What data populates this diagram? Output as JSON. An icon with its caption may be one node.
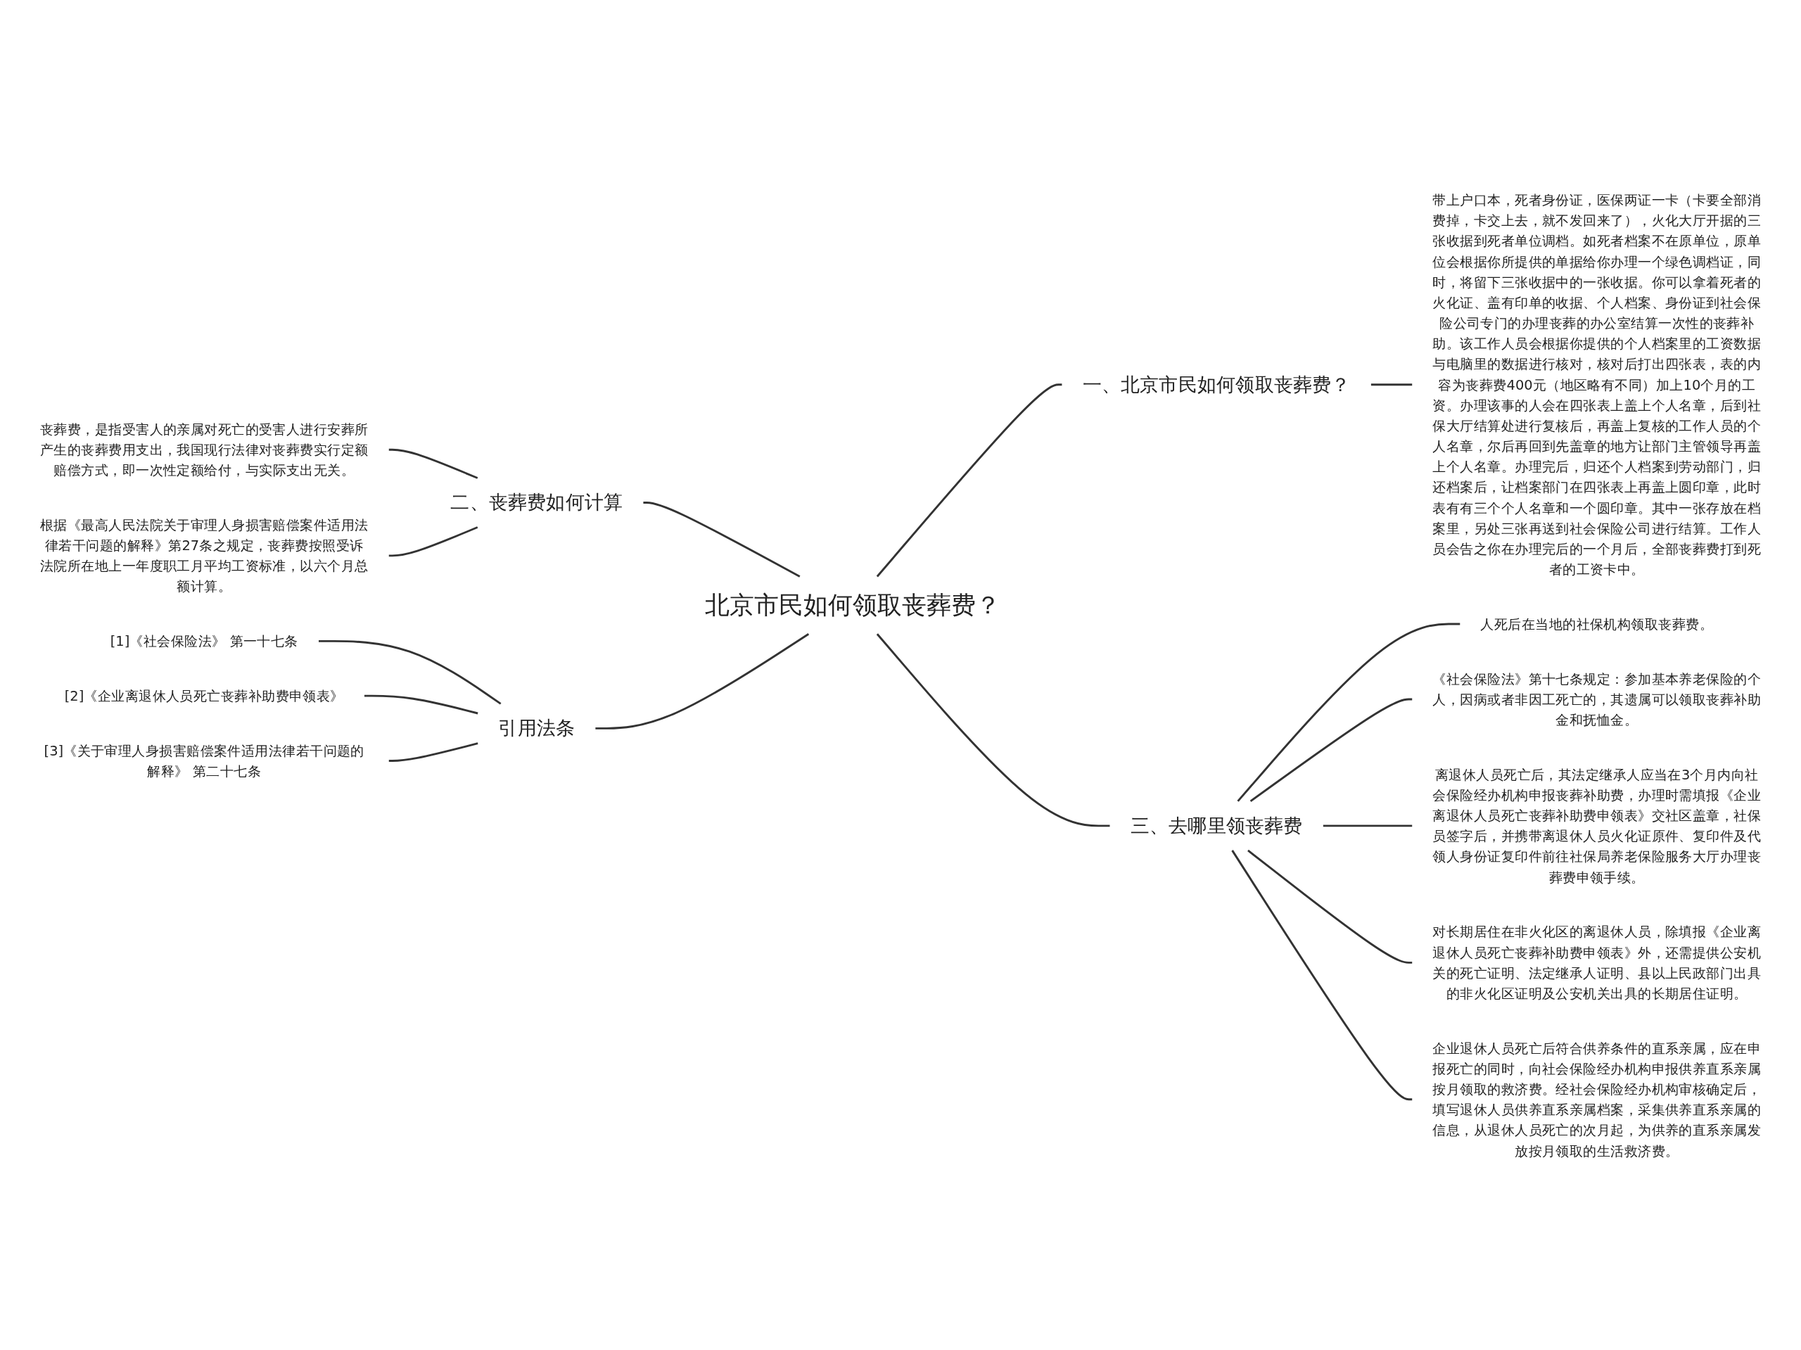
{
  "diagram": {
    "nodes": [
      {
        "text": [
          "北京市民如何领取丧葬费？"
        ]
      },
      {
        "text": [
          "一、北京市民如何领取丧葬费？"
        ]
      },
      {
        "text": [
          "带上户口本，死者身份证，医保两证一卡（卡要全部消费掉，卡交上去，就不发回来了），火化大厅开据的三张收据到死者单位调档。如死者档案不在原单位，原单位会根据你所提供的单据给你办理一个绿色调档证，同时，将留下三张收据中的一张收据。你可以拿着死者的火化证、盖有印单的收据、个人档案、身份证到社会保险公司专门的办理丧葬的办公室结算一次性的丧葬补助。该工作人员会根据你提供的个人档案里的工资数据与电脑里的数据进行核对，核对后打出四张表，表的内容为丧葬费400元（地区略有不同）加上10个月的工资。办理该事的人会在四张表上盖上个人名章，后到社保大厅结算处进行复核后，再盖上复核的工作人员的个人名章，尔后再回到先盖章的地方让部门主管领导再盖上个人名章。办理完后，归还个人档案到劳动部门，归还档案后，让档案部门在四张表上再盖上圆印章，此时表有有三个个人名章和一个圆印章。其中一张存放在档案里，另处三张再送到社会保险公司进行结算。工作人员会告之你在办理完后的一个月后，全部丧葬费打到死者的工资卡中。"
        ]
      },
      {
        "text": [
          "三、去哪里领丧葬费"
        ]
      },
      {
        "text": [
          "人死后在当地的社保机构领取丧葬费。"
        ]
      },
      {
        "text": [
          "《社会保险法》第十七条规定：参加基本养老保险的个人，因病或者非因工死亡的，其遗属可以领取丧葬补助金和抚恤金。"
        ]
      },
      {
        "text": [
          "离退休人员死亡后，其法定继承人应当在3个月内向社会保险经办机构申报丧葬补助费，办理时需填报《企业离退休人员死亡丧葬补助费申领表》交社区盖章，社保员签字后，并携带离退休人员火化证原件、复印件及代领人身份证复印件前往社保局养老保险服务大厅办理丧葬费申领手续。"
        ]
      },
      {
        "text": [
          "对长期居住在非火化区的离退休人员，除填报《企业离退休人员死亡丧葬补助费申领表》外，还需提供公安机关的死亡证明、法定继承人证明、县以上民政部门出具的非火化区证明及公安机关出具的长期居住证明。"
        ]
      },
      {
        "text": [
          "企业退休人员死亡后符合供养条件的直系亲属，应在申报死亡的同时，向社会保险经办机构申报供养直系亲属按月领取的救济费。经社会保险经办机构审核确定后，填写退休人员供养直系亲属档案，采集供养直系亲属的信息，从退休人员死亡的次月起，为供养的直系亲属发放按月领取的生活救济费。"
        ]
      },
      {
        "text": [
          "二、丧葬费如何计算"
        ]
      },
      {
        "text": [
          "丧葬费，是指受害人的亲属对死亡的受害人进行安葬所产生的丧葬费用支出，我国现行法律对丧葬费实行定额赔偿方式，即一次性定额给付，与实际支出无关。"
        ]
      },
      {
        "text": [
          "根据《最高人民法院关于审理人身损害赔偿案件适用法律若干问题的解释》第27条之规定，丧葬费按照受诉法院所在地上一年度职工月平均工资标准，以六个月总额计算。"
        ]
      },
      {
        "text": [
          "引用法条"
        ]
      },
      {
        "text": [
          "[1]《社会保险法》 第一十七条"
        ]
      },
      {
        "text": [
          "[2]《企业离退休人员死亡丧葬补助费申领表》"
        ]
      },
      {
        "text": [
          "[3]《关于审理人身损害赔偿案件适用法律若干问题的解释》 第二十七条"
        ]
      }
    ],
    "edges": [
      {
        "from": 0,
        "to": 1,
        "arrow": "none"
      },
      {
        "from": 1,
        "to": 2,
        "arrow": "none"
      },
      {
        "from": 0,
        "to": 3,
        "arrow": "none"
      },
      {
        "from": 3,
        "to": 4,
        "arrow": "none"
      },
      {
        "from": 3,
        "to": 5,
        "arrow": "none"
      },
      {
        "from": 3,
        "to": 6,
        "arrow": "none"
      },
      {
        "from": 3,
        "to": 7,
        "arrow": "none"
      },
      {
        "from": 3,
        "to": 8,
        "arrow": "none"
      },
      {
        "from": 9,
        "to": 0,
        "arrow": "none"
      },
      {
        "from": 10,
        "to": 9,
        "arrow": "none"
      },
      {
        "from": 11,
        "to": 9,
        "arrow": "none"
      },
      {
        "from": 12,
        "to": 0,
        "arrow": "none"
      },
      {
        "from": 13,
        "to": 12,
        "arrow": "none"
      },
      {
        "from": 14,
        "to": 12,
        "arrow": "none"
      },
      {
        "from": 15,
        "to": 12,
        "arrow": "none"
      }
    ]
  }
}
